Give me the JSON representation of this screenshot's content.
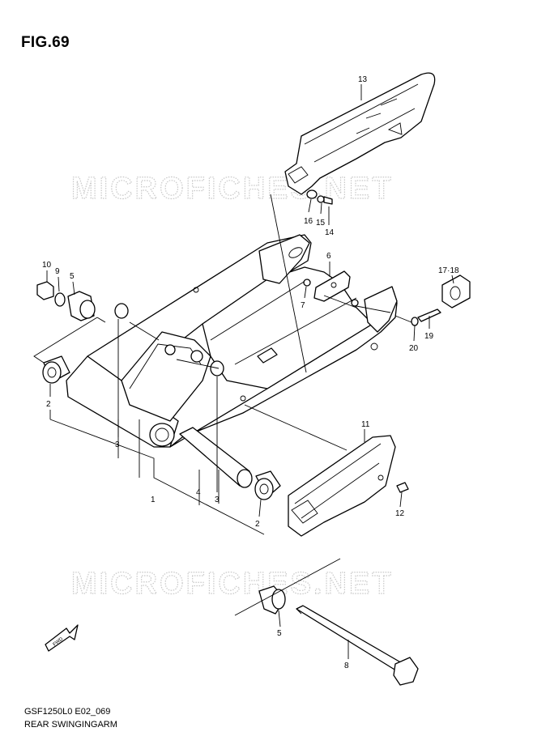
{
  "figure": {
    "title": "FIG.69",
    "model_code": "GSF1250L0 E02_069",
    "section_name": "REAR SWINGINGARM",
    "watermark": "MICROFICHES.NET",
    "fwd_label": "FWD"
  },
  "callouts": [
    {
      "id": "c1",
      "label": "1"
    },
    {
      "id": "c2a",
      "label": "2"
    },
    {
      "id": "c2b",
      "label": "2"
    },
    {
      "id": "c3a",
      "label": "3"
    },
    {
      "id": "c3b",
      "label": "3"
    },
    {
      "id": "c4",
      "label": "4"
    },
    {
      "id": "c5a",
      "label": "5"
    },
    {
      "id": "c5b",
      "label": "5"
    },
    {
      "id": "c6",
      "label": "6"
    },
    {
      "id": "c7",
      "label": "7"
    },
    {
      "id": "c8",
      "label": "8"
    },
    {
      "id": "c9",
      "label": "9"
    },
    {
      "id": "c10",
      "label": "10"
    },
    {
      "id": "c11",
      "label": "11"
    },
    {
      "id": "c12",
      "label": "12"
    },
    {
      "id": "c13",
      "label": "13"
    },
    {
      "id": "c14",
      "label": "14"
    },
    {
      "id": "c15",
      "label": "15"
    },
    {
      "id": "c16",
      "label": "16"
    },
    {
      "id": "c1718",
      "label": "17·18"
    },
    {
      "id": "c19",
      "label": "19"
    },
    {
      "id": "c20",
      "label": "20"
    }
  ]
}
